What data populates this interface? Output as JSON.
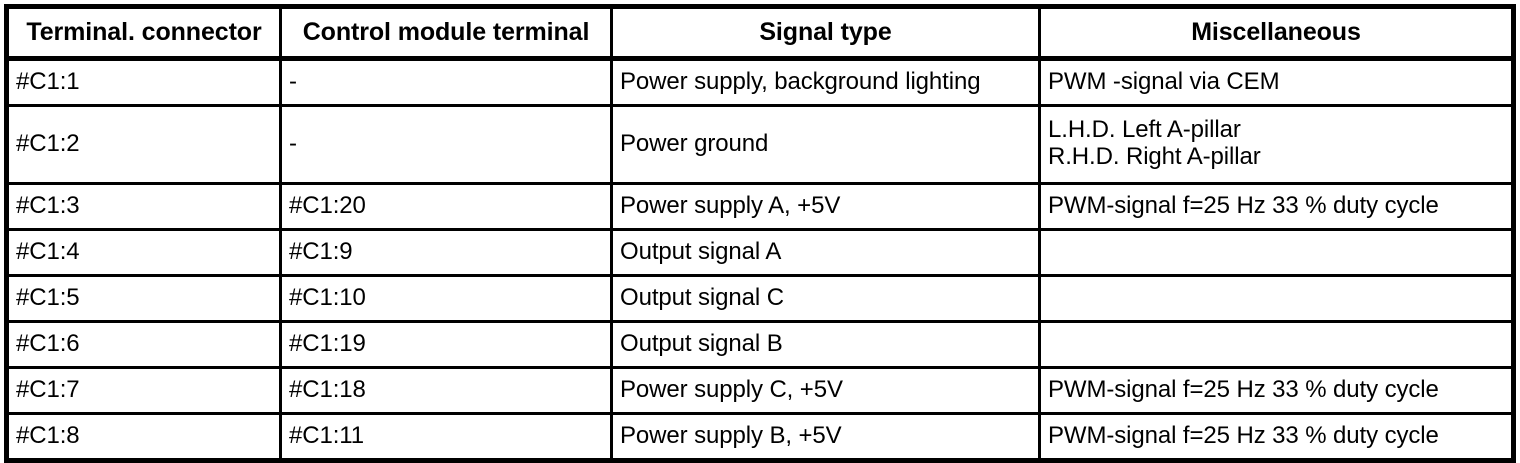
{
  "table": {
    "title": "",
    "columns": [
      {
        "key": "terminal_connector",
        "label": "Terminal. connector",
        "align": "center"
      },
      {
        "key": "control_module_terminal",
        "label": "Control module terminal",
        "align": "center"
      },
      {
        "key": "signal_type",
        "label": "Signal type",
        "align": "center"
      },
      {
        "key": "miscellaneous",
        "label": "Miscellaneous",
        "align": "center"
      }
    ],
    "rows": [
      {
        "terminal_connector": "#C1:1",
        "control_module_terminal": "-",
        "signal_type": "Power supply, background lighting",
        "miscellaneous": "PWM -signal via CEM",
        "tall": false
      },
      {
        "terminal_connector": "#C1:2",
        "control_module_terminal": "-",
        "signal_type": "Power ground",
        "miscellaneous": "L.H.D. Left A-pillar\nR.H.D. Right A-pillar",
        "tall": true
      },
      {
        "terminal_connector": "#C1:3",
        "control_module_terminal": "#C1:20",
        "signal_type": "Power supply A, +5V",
        "miscellaneous": "PWM-signal f=25 Hz 33 % duty cycle",
        "tall": false
      },
      {
        "terminal_connector": "#C1:4",
        "control_module_terminal": "#C1:9",
        "signal_type": "Output signal A",
        "miscellaneous": "",
        "tall": false
      },
      {
        "terminal_connector": "#C1:5",
        "control_module_terminal": "#C1:10",
        "signal_type": "Output signal C",
        "miscellaneous": "",
        "tall": false
      },
      {
        "terminal_connector": "#C1:6",
        "control_module_terminal": "#C1:19",
        "signal_type": "Output signal B",
        "miscellaneous": "",
        "tall": false
      },
      {
        "terminal_connector": "#C1:7",
        "control_module_terminal": "#C1:18",
        "signal_type": "Power supply C, +5V",
        "miscellaneous": "PWM-signal f=25 Hz 33 % duty cycle",
        "tall": false
      },
      {
        "terminal_connector": "#C1:8",
        "control_module_terminal": "#C1:11",
        "signal_type": "Power supply B, +5V",
        "miscellaneous": "PWM-signal f=25 Hz 33 % duty cycle",
        "tall": false
      }
    ]
  },
  "colors": {
    "background": "#ffffff",
    "text": "#000000",
    "border": "#000000"
  }
}
